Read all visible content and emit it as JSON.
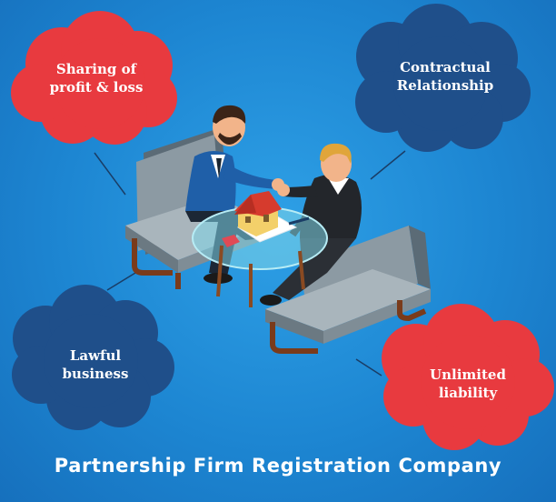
{
  "clouds": {
    "profit": {
      "line1": "Sharing of",
      "line2": "profit & loss",
      "color": "#e83a3f"
    },
    "contract": {
      "line1": "Contractual",
      "line2": "Relationship",
      "color": "#1f4f8a"
    },
    "lawful": {
      "line1": "Lawful",
      "line2": "business",
      "color": "#1f4f8a"
    },
    "unlimited": {
      "line1": "Unlimited",
      "line2": "liability",
      "color": "#e83a3f"
    }
  },
  "footer": {
    "title": "Partnership Firm Registration Company"
  }
}
